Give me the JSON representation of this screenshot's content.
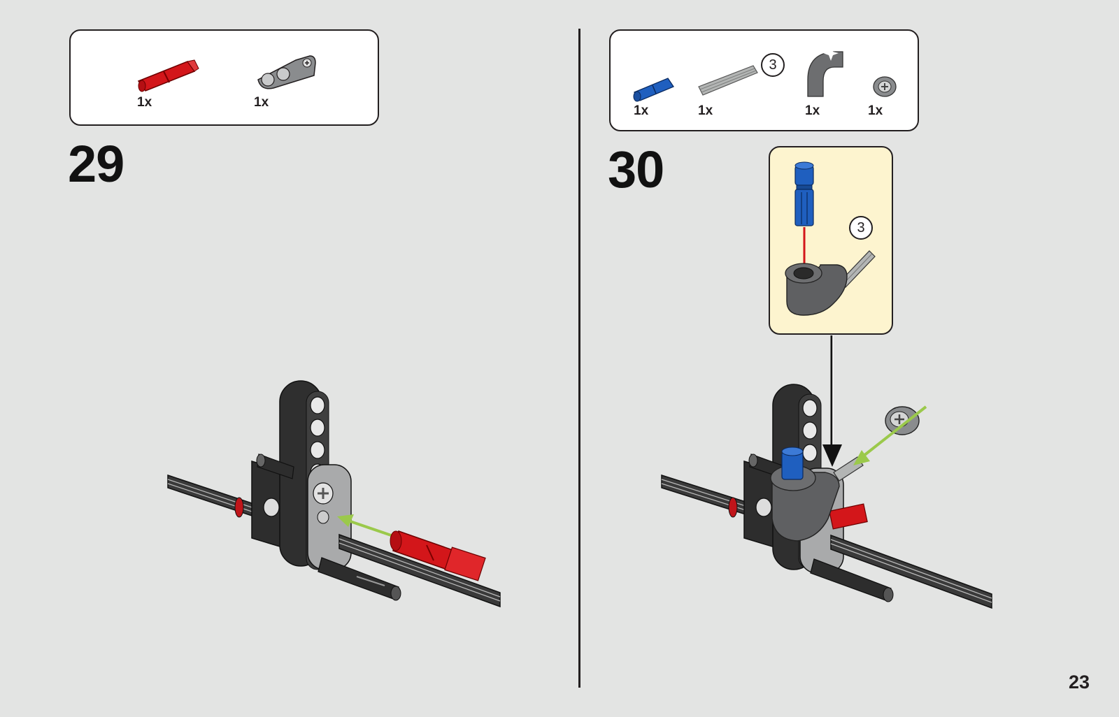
{
  "step29": {
    "number": "29",
    "parts": [
      {
        "qty": "1x",
        "icon": "red-axle-pin-icon",
        "color": "#d3161a"
      },
      {
        "qty": "1x",
        "icon": "grey-connector-icon",
        "color": "#8a8c8e"
      }
    ]
  },
  "step30": {
    "number": "30",
    "parts": [
      {
        "qty": "1x",
        "icon": "blue-axle-pin-icon",
        "color": "#1f5fbf"
      },
      {
        "qty": "1x",
        "icon": "grey-axle-3-icon",
        "color": "#a5a7a6",
        "length": "3"
      },
      {
        "qty": "1x",
        "icon": "curved-connector-icon",
        "color": "#6d6e70"
      },
      {
        "qty": "1x",
        "icon": "bush-icon",
        "color": "#8a8c8e"
      }
    ],
    "callout": {
      "axle_length": "3"
    }
  },
  "page_number": "23",
  "colors": {
    "background": "#e3e4e3",
    "callout_bg": "#fdf4cf",
    "arrow_green": "#9bc94b",
    "arrow_red": "#d3161a"
  }
}
